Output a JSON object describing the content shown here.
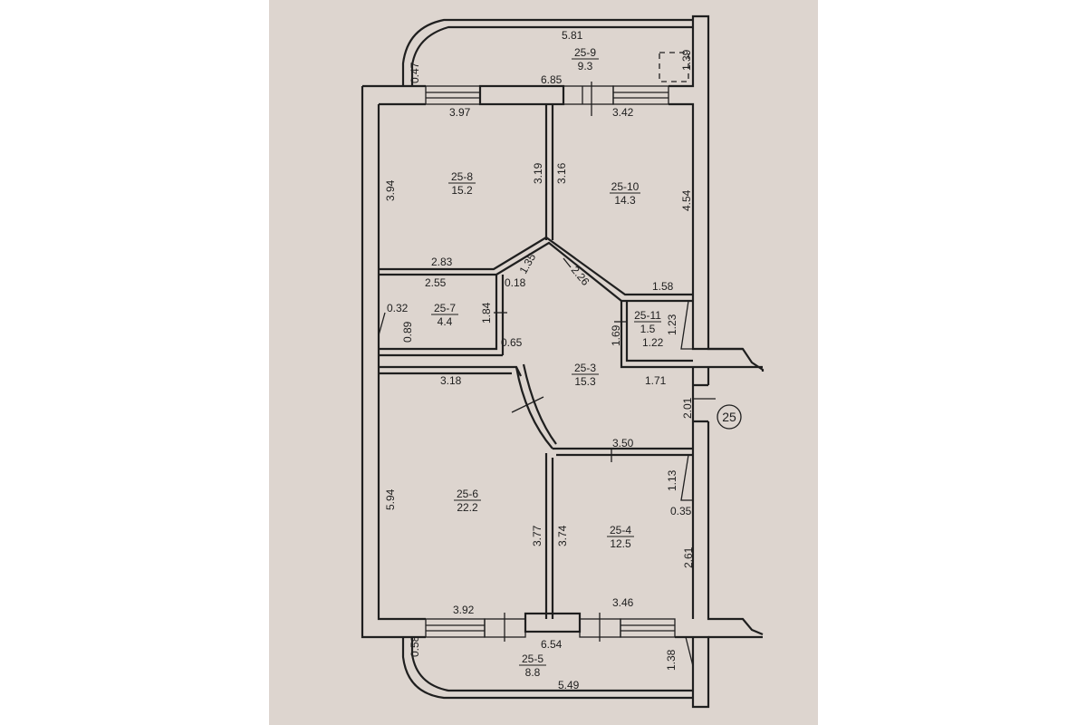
{
  "plan": {
    "apartment_marker": "25",
    "rooms": [
      {
        "id": "25-9",
        "area": "9.3"
      },
      {
        "id": "25-8",
        "area": "15.2"
      },
      {
        "id": "25-10",
        "area": "14.3"
      },
      {
        "id": "25-7",
        "area": "4.4"
      },
      {
        "id": "25-11",
        "area": "1.5"
      },
      {
        "id": "25-3",
        "area": "15.3"
      },
      {
        "id": "25-6",
        "area": "22.2"
      },
      {
        "id": "25-4",
        "area": "12.5"
      },
      {
        "id": "25-5",
        "area": "8.8"
      }
    ],
    "dimensions": {
      "d_5_81": "5.81",
      "d_0_47": "0.47",
      "d_1_39": "1.39",
      "d_6_85": "6.85",
      "d_3_97": "3.97",
      "d_3_42": "3.42",
      "d_3_94": "3.94",
      "d_3_19": "3.19",
      "d_3_16": "3.16",
      "d_4_54": "4.54",
      "d_2_83": "2.83",
      "d_1_35": "1.35",
      "d_2_26": "2.26",
      "d_2_55": "2.55",
      "d_0_18": "0.18",
      "d_1_58": "1.58",
      "d_0_32": "0.32",
      "d_0_89": "0.89",
      "d_1_84": "1.84",
      "d_1_69": "1.69",
      "d_1_23": "1.23",
      "d_1_22": "1.22",
      "d_0_65": "0.65",
      "d_3_18": "3.18",
      "d_1_71": "1.71",
      "d_2_01": "2.01",
      "d_3_50": "3.50",
      "d_1_13": "1.13",
      "d_5_94": "5.94",
      "d_3_77": "3.77",
      "d_3_74": "3.74",
      "d_0_35": "0.35",
      "d_2_61": "2.61",
      "d_3_92": "3.92",
      "d_3_46": "3.46",
      "d_6_54": "6.54",
      "d_0_58": "0.58",
      "d_1_38": "1.38",
      "d_5_49": "5.49"
    }
  }
}
